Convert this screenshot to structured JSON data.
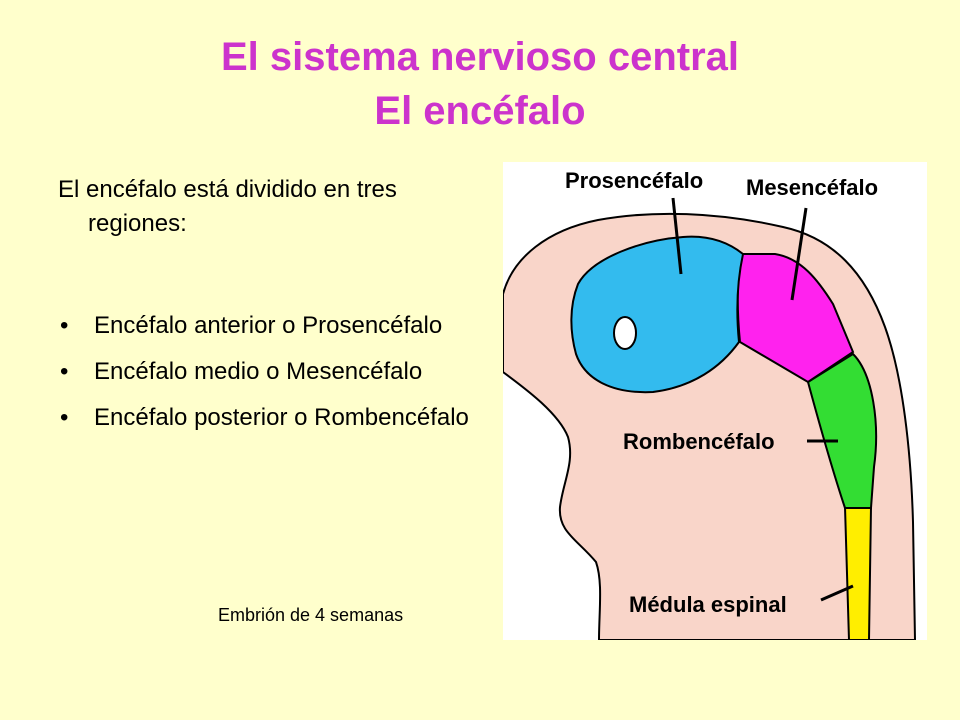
{
  "title": {
    "line1": "El sistema nervioso central",
    "line2": "El encéfalo"
  },
  "intro": "El encéfalo está dividido en tres regiones:",
  "bullets": [
    "Encéfalo anterior o Prosencéfalo",
    "Encéfalo medio o Mesencéfalo",
    "Encéfalo posterior o Rombencéfalo"
  ],
  "bullet_glyph": "•",
  "caption": "Embrión de 4 semanas",
  "diagram": {
    "labels": {
      "prosencefalo": "Prosencéfalo",
      "mesencefalo": "Mesencéfalo",
      "rombencefalo": "Rombencéfalo",
      "medula": "Médula espinal"
    },
    "colors": {
      "embryo": "#f9d5c9",
      "prosencefalo": "#33bbee",
      "mesencefalo": "#ff22ee",
      "rombencefalo": "#33dd33",
      "medula": "#ffee00",
      "title": "#cc33cc",
      "background": "#ffffcc"
    }
  }
}
